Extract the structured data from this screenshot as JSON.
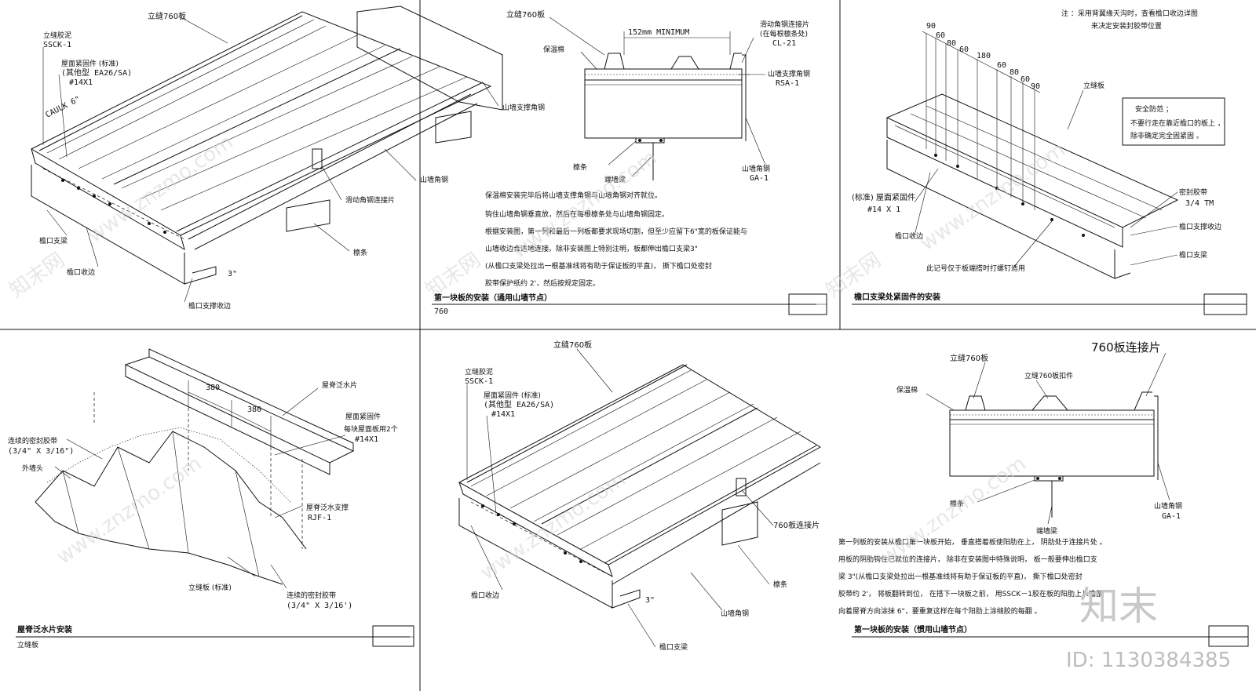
{
  "panel1": {
    "label_760": "立缝760板",
    "label_sealant": "立缝胶泥",
    "label_sealant_code": "SSCK-1",
    "label_fastener": "屋面紧固件 (标准)",
    "label_fastener_alt": "(其他型 EA26/SA)",
    "label_fastener_size": "#14X1",
    "label_caulk": "CAULK 6\"",
    "label_gable_support": "山墙支撑角钢",
    "label_gable_angle": "山墙角钢",
    "label_slide_clip": "滑动角钢连接片",
    "label_purlin": "檩条",
    "label_eave_support": "檐口支梁",
    "label_eave_trim": "檐口收边",
    "label_eave_support_trim": "檐口支撑收边",
    "label_3in": "3\""
  },
  "panel2": {
    "label_760": "立缝760板",
    "label_insulation": "保温棉",
    "label_152": "152mm MINIMUM",
    "label_slide_clip": "滑动角钢连接片",
    "label_slide_clip_sub": "(在每根檩条处)",
    "label_slide_code": "CL-21",
    "label_gable_support": "山墙支撑角钢",
    "label_rsa": "RSA-1",
    "label_purlin": "檩条",
    "label_end_wall": "端墙梁",
    "label_gable_angle": "山墙角钢",
    "label_ga": "GA-1",
    "text": [
      "保温棉安装完毕后将山墙支撑角钢与山墙角钢对齐就位。",
      "钩住山墙角钢垂直放，然后在每根檩条处与山墙角钢固定。",
      "根据安装图，第一列和最后一列板都要求现场切割，但至少应留下6\"宽的板保证能与",
      "山墙收边合适地连接。除非安装图上特别注明，板都伸出檐口支梁3\"",
      "(从檐口支梁处拉出一根基准线将有助于保证板的平直)，   撕下檐口处密封",
      "胶带保护纸约  2'，然后按规定固定。"
    ],
    "caption": "第一块板的安装（通用山墙节点）",
    "subcaption": "760"
  },
  "panel3": {
    "note_line1": "注  ：采用背翼缘天沟时，查看檐口收边详图",
    "note_line2": "来决定安装封胶带位置",
    "dims_top": [
      "90",
      "60",
      "80",
      "60",
      "180"
    ],
    "dims_side": [
      "60",
      "80",
      "60",
      "90"
    ],
    "label_standing": "立缝板",
    "safety_title": "安全防范  ；",
    "safety_line1": "不要行走在靠近檐口的板上  ，",
    "safety_line2": "除非确定完全固紧固   。",
    "label_fastener": "(标准) 屋面紧固件",
    "label_fastener_size": "#14 X 1",
    "label_sealant": "密封胶带",
    "label_sealant_size": "3/4  TM",
    "label_eave_trim": "檐口收边",
    "label_eave_support_trim": "檐口支撑收边",
    "label_eave_support": "檐口支梁",
    "label_note": "此记号仅于板端搭时打螺钉适用",
    "caption": "檐口支梁处紧固件的安装"
  },
  "panel4": {
    "label_ridge": "屋脊泛水片",
    "dim_380a": "380",
    "dim_380b": "380",
    "label_fastener": "屋面紧固件",
    "label_fastener2": "每块屋面板用2个",
    "label_fastener_size": "#14X1",
    "label_sealant_top": "连续的密封胶带",
    "label_sealant_top_size": "(3/4\" X 3/16\")",
    "label_outer_end": "外墙头",
    "label_ridge_support": "屋脊泛水支撑",
    "label_rjf": "RJF-1",
    "label_standing": "立缝板 (标准)",
    "label_sealant_bot": "连续的密封胶带",
    "label_sealant_bot_size": "(3/4\" X 3/16')",
    "caption": "屋脊泛水片安装",
    "subcaption": "立缝板"
  },
  "panel5": {
    "label_760": "立缝760板",
    "label_sealant": "立缝胶泥",
    "label_sealant_code": "SSCK-1",
    "label_fastener": "屋面紧固件 (标准)",
    "label_fastener_alt": "(其他型 EA26/SA)",
    "label_fastener_size": "#14X1",
    "label_clip": "760板连接片",
    "label_eave_trim": "檐口收边",
    "label_purlin": "檩条",
    "label_gable_angle": "山墙角钢",
    "label_eave_support": "檐口支梁",
    "label_3in": "3\""
  },
  "panel6": {
    "label_clip_big": "760板连接片",
    "label_760": "立缝760板",
    "label_760_mid": "立缝760板扣件",
    "label_insulation": "保温棉",
    "label_purlin": "檩条",
    "label_end_wall": "端墙梁",
    "label_gable_angle": "山墙角钢",
    "label_ga": "GA-1",
    "text": [
      "第一列板的安装从檐口第一块板开始，        垂直搭着板使阳肋在上，    阴肋处于连接片处  。",
      "用板的阴肋钩住已就位的连接片，  除非在安装图中特殊说明，  板一般要伸出檐口支",
      "梁  3\"(从檐口支梁处拉出一根基准线将有助于保证板的平直)，  撕下檐口处密封",
      "胶带约  2'，  将板翻转到位，  在搭下一块板之前，  用SSCK－1胶在板的阳肋上从檐部",
      "向着屋脊方向涂抹  6\"，要重复这样在每个阳肋上涂缝胶的每翻   。"
    ],
    "caption": "第一块板的安装（惯用山墙节点）"
  },
  "watermark": {
    "site": "www.znzmo.com",
    "brand_big": "知末",
    "brand_small": "知末网",
    "id_text": "ID: 1130384385"
  }
}
